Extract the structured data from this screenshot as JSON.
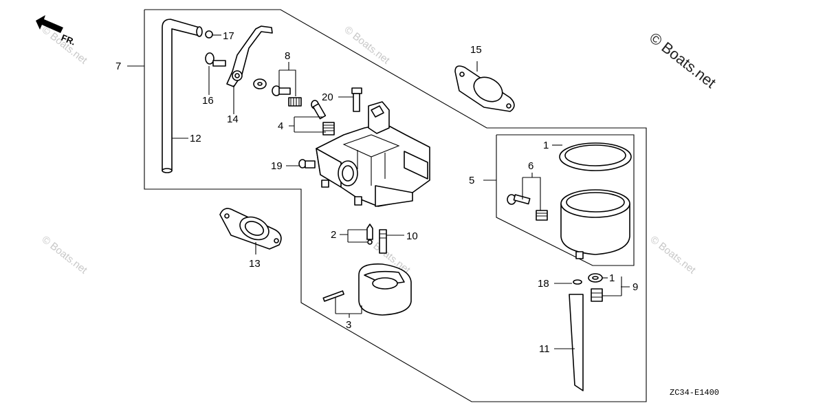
{
  "direction_label": "FR.",
  "watermark_main": "© Boats.net",
  "watermark_faint": "© Boats.net",
  "diagram_code": "ZC34-E1400",
  "callouts": {
    "c1a": "1",
    "c1b": "1",
    "c2": "2",
    "c3": "3",
    "c4": "4",
    "c5": "5",
    "c6": "6",
    "c7": "7",
    "c8": "8",
    "c9": "9",
    "c10": "10",
    "c11": "11",
    "c12": "12",
    "c13": "13",
    "c14": "14",
    "c15": "15",
    "c16": "16",
    "c17": "17",
    "c18": "18",
    "c19": "19",
    "c20": "20"
  }
}
